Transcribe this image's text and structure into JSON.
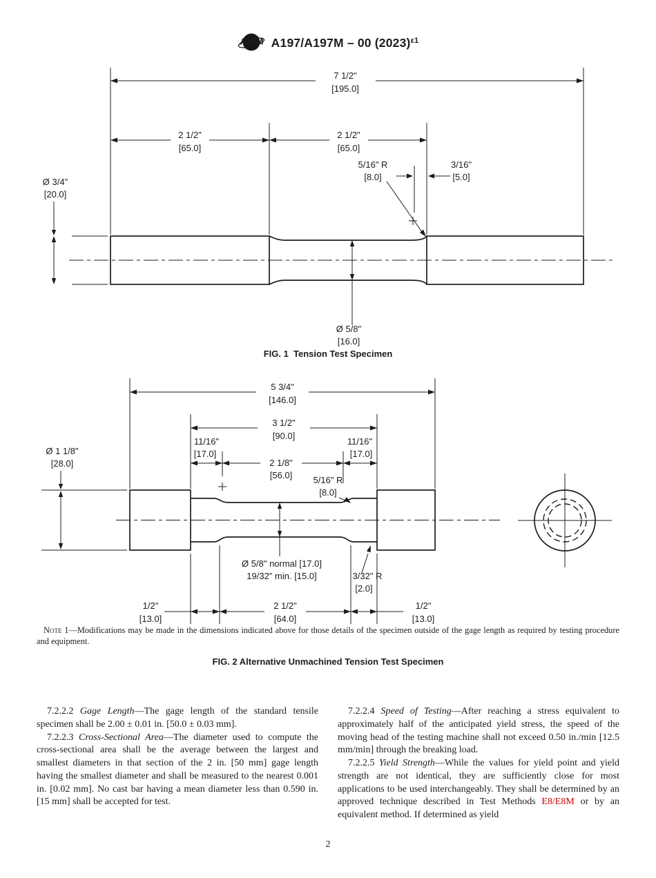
{
  "page": {
    "number": "2",
    "ink": "#1c1c1c",
    "link_color": "#cc0000"
  },
  "header": {
    "logo_letters": "ASTM",
    "title": "A197/A197M – 00 (2023)",
    "title_sup": "ε1"
  },
  "fig1": {
    "caption": "FIG. 1  Tension Test Specimen",
    "dims": {
      "overall_in": "7 1/2\"",
      "overall_mm": "[195.0]",
      "left_half_in": "2 1/2\"",
      "left_half_mm": "[65.0]",
      "right_half_in": "2 1/2\"",
      "right_half_mm": "[65.0]",
      "fillet_in": "5/16\" R",
      "fillet_mm": "[8.0]",
      "shoulder_in": "3/16\"",
      "shoulder_mm": "[5.0]",
      "end_dia_in": "Ø 3/4\"",
      "end_dia_mm": "[20.0]",
      "gage_dia_in": "Ø 5/8\"",
      "gage_dia_mm": "[16.0]"
    }
  },
  "fig2": {
    "caption": "FIG. 2 Alternative Unmachined Tension Test Specimen",
    "note_label": "Note 1",
    "note_text": "—Modifications may be made in the dimensions indicated above for those details of the specimen outside of the gage length as required by testing procedure and equipment.",
    "dims": {
      "overall_in": "5 3/4\"",
      "overall_mm": "[146.0]",
      "inner_in": "3 1/2\"",
      "inner_mm": "[90.0]",
      "shoulder_left_in": "11/16\"",
      "shoulder_left_mm": "[17.0]",
      "shoulder_right_in": "11/16\"",
      "shoulder_right_mm": "[17.0]",
      "gage_len_in": "2 1/8\"",
      "gage_len_mm": "[56.0]",
      "fillet_in": "5/16\" R",
      "fillet_mm": "[8.0]",
      "end_dia_in": "Ø 1 1/8\"",
      "end_dia_mm": "[28.0]",
      "gage_dia_line1": "Ø 5/8\" normal [17.0]",
      "gage_dia_line2": "19/32\" min. [15.0]",
      "small_fillet_in": "3/32\" R",
      "small_fillet_mm": "[2.0]",
      "grip_left_in": "1/2\"",
      "grip_left_mm": "[13.0]",
      "gage_bottom_in": "2 1/2\"",
      "gage_bottom_mm": "[64.0]",
      "grip_right_in": "1/2\"",
      "grip_right_mm": "[13.0]"
    }
  },
  "body": {
    "left": [
      {
        "num": "7.2.2.2",
        "title": "Gage Length",
        "rest": "—The gage length of the standard tensile specimen shall be 2.00 ± 0.01 in. [50.0 ± 0.03 mm]."
      },
      {
        "num": "7.2.2.3",
        "title": "Cross-Sectional Area",
        "rest": "—The diameter used to compute the cross-sectional area shall be the average between the largest and smallest diameters in that section of the 2 in. [50 mm] gage length having the smallest diameter and shall be measured to the nearest 0.001 in. [0.02 mm]. No cast bar having a mean diameter less than 0.590 in. [15 mm] shall be accepted for test."
      }
    ],
    "right": [
      {
        "num": "7.2.2.4",
        "title": "Speed of Testing",
        "rest": "—After reaching a stress equivalent to approximately half of the anticipated yield stress, the speed of the moving head of the testing machine shall not exceed 0.50 in./min [12.5 mm/min] through the breaking load."
      },
      {
        "num": "7.2.2.5",
        "title": "Yield Strength",
        "rest1": "—While the values for yield point and yield strength are not identical, they are sufficiently close for most applications to be used interchangeably. They shall be determined by an approved technique described in Test Methods ",
        "link": "E8/E8M",
        "rest2": " or by an equivalent method. If determined as yield"
      }
    ]
  }
}
